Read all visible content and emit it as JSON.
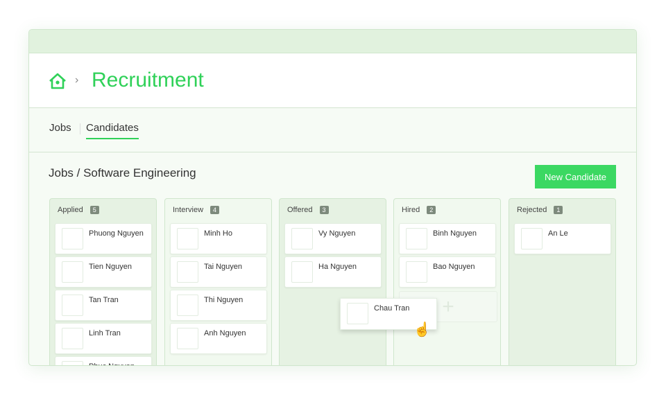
{
  "header": {
    "title": "Recruitment"
  },
  "tabs": [
    {
      "label": "Jobs"
    },
    {
      "label": "Candidates"
    }
  ],
  "breadcrumb": "Jobs / Software Engineering",
  "new_candidate_label": "New Candidate",
  "columns": [
    {
      "title": "Applied",
      "count": "5",
      "cards": [
        "Phuong Nguyen",
        "Tien Nguyen",
        "Tan Tran",
        "Linh Tran",
        "Phuc Nguyen"
      ]
    },
    {
      "title": "Interview",
      "count": "4",
      "cards": [
        "Minh Ho",
        "Tai Nguyen",
        "Thi Nguyen",
        "Anh Nguyen"
      ]
    },
    {
      "title": "Offered",
      "count": "3",
      "cards": [
        "Vy Nguyen",
        "Ha Nguyen"
      ]
    },
    {
      "title": "Hired",
      "count": "2",
      "cards": [
        "Binh Nguyen",
        "Bao Nguyen"
      ]
    },
    {
      "title": "Rejected",
      "count": "1",
      "cards": [
        "An Le"
      ]
    }
  ],
  "dragging_card": "Chau Tran",
  "placeholder_icon": "+",
  "accent": "#2fd158"
}
